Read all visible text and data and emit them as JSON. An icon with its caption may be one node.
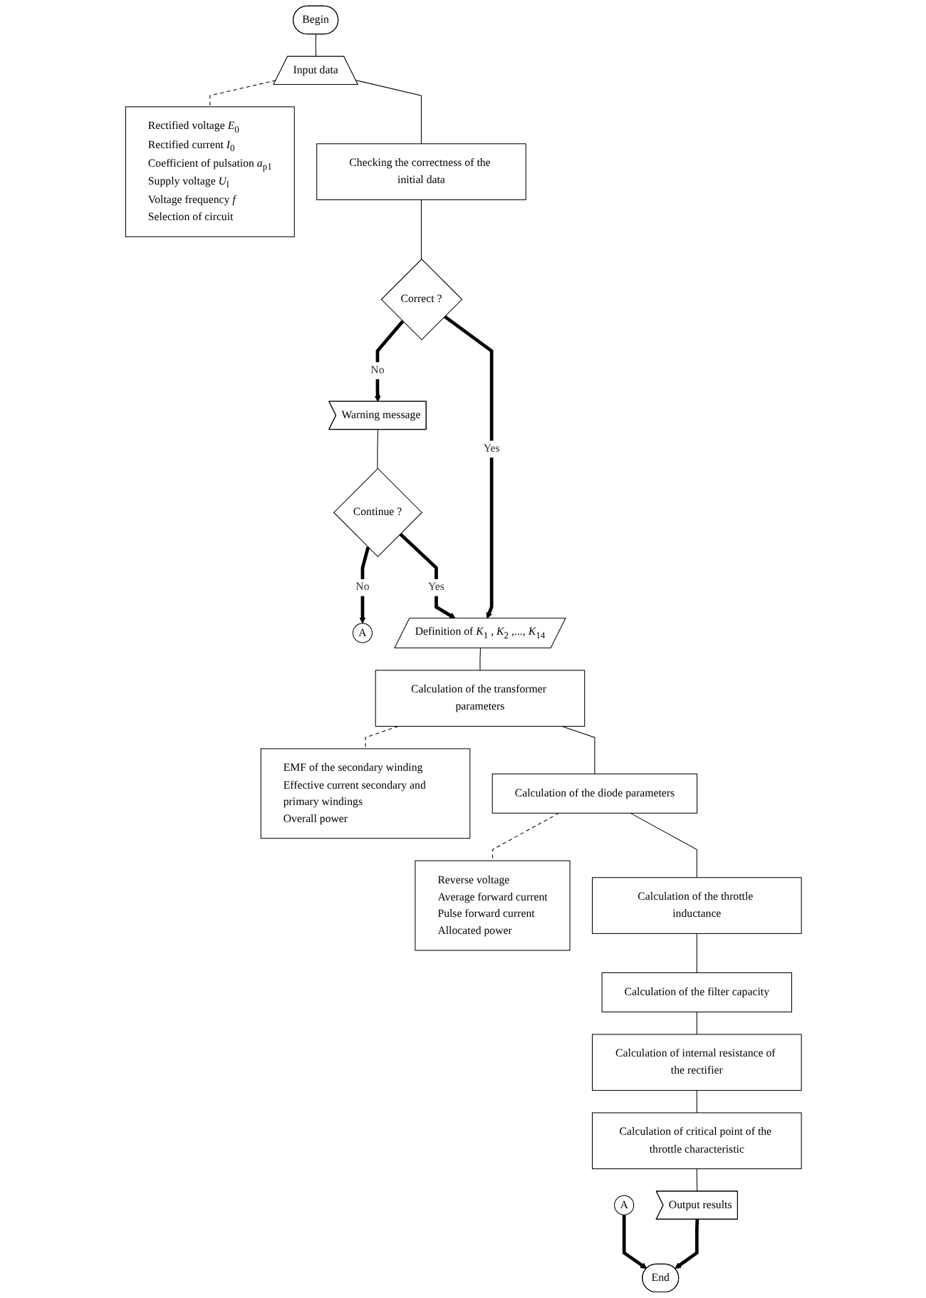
{
  "diagram": {
    "nodes": [
      {
        "text": [
          "Begin"
        ]
      },
      {
        "text": [
          "Input data"
        ]
      },
      {
        "text": [
          "Rectified voltage *E*$_{0}$",
          "Rectified current *I*$_{0}$",
          "Coefficient of pulsation *a*$_{p1}$",
          "Supply voltage *U*$_{l}$",
          "Voltage frequency *f*",
          "Selection of circuit"
        ]
      },
      {
        "text": [
          "Checking the correctness of the initial data"
        ]
      },
      {
        "text": [
          "Correct ?"
        ]
      },
      {
        "text": [
          "Warning message"
        ]
      },
      {
        "text": [
          "Continue ?"
        ]
      },
      {
        "text": [
          "A"
        ]
      },
      {
        "text": [
          "Definition of *K*$_{1}$ , *K*$_{2}$ ,..., *K*$_{14}$"
        ]
      },
      {
        "text": [
          "Calculation of the transformer parameters"
        ]
      },
      {
        "text": [
          "EMF of the secondary winding",
          "Effective current secondary and primary windings",
          "Overall power"
        ]
      },
      {
        "text": [
          "Calculation of the diode parameters"
        ]
      },
      {
        "text": [
          "Reverse voltage",
          "Average forward current",
          "Pulse forward current",
          "Allocated power"
        ]
      },
      {
        "text": [
          "Calculation of the throttle inductance"
        ]
      },
      {
        "text": [
          "Calculation of the filter capacity"
        ]
      },
      {
        "text": [
          "Calculation of internal resistance of the rectifier"
        ]
      },
      {
        "text": [
          "Calculation of critical point of the throttle characteristic"
        ]
      },
      {
        "text": [
          "Output results"
        ]
      },
      {
        "text": [
          "A"
        ]
      },
      {
        "text": [
          "End"
        ]
      }
    ],
    "edges": [
      {
        "from": 0,
        "to": 1,
        "arrow": "none"
      },
      {
        "from": 1,
        "to": 2,
        "arrow": "none",
        "style": "dashed"
      },
      {
        "from": 1,
        "to": 3,
        "arrow": "none"
      },
      {
        "from": 3,
        "to": 4,
        "arrow": "none"
      },
      {
        "from": 4,
        "to": 5,
        "arrow": "to",
        "label": "No",
        "style": "thick"
      },
      {
        "from": 4,
        "to": 8,
        "arrow": "to",
        "label": "Yes",
        "style": "thick"
      },
      {
        "from": 5,
        "to": 6,
        "arrow": "none"
      },
      {
        "from": 6,
        "to": 8,
        "arrow": "to",
        "label": "Yes",
        "style": "thick"
      },
      {
        "from": 6,
        "to": 7,
        "arrow": "to",
        "label": "No",
        "style": "thick"
      },
      {
        "from": 8,
        "to": 9,
        "arrow": "none"
      },
      {
        "from": 9,
        "to": 10,
        "arrow": "none",
        "style": "dashed"
      },
      {
        "from": 9,
        "to": 11,
        "arrow": "none"
      },
      {
        "from": 11,
        "to": 12,
        "arrow": "none",
        "style": "dashed"
      },
      {
        "from": 11,
        "to": 13,
        "arrow": "none"
      },
      {
        "from": 13,
        "to": 14,
        "arrow": "none"
      },
      {
        "from": 14,
        "to": 15,
        "arrow": "none"
      },
      {
        "from": 15,
        "to": 16,
        "arrow": "none"
      },
      {
        "from": 16,
        "to": 17,
        "arrow": "none"
      },
      {
        "from": 17,
        "to": 19,
        "arrow": "to",
        "style": "thick"
      },
      {
        "from": 18,
        "to": 19,
        "arrow": "to",
        "style": "thick"
      }
    ]
  }
}
